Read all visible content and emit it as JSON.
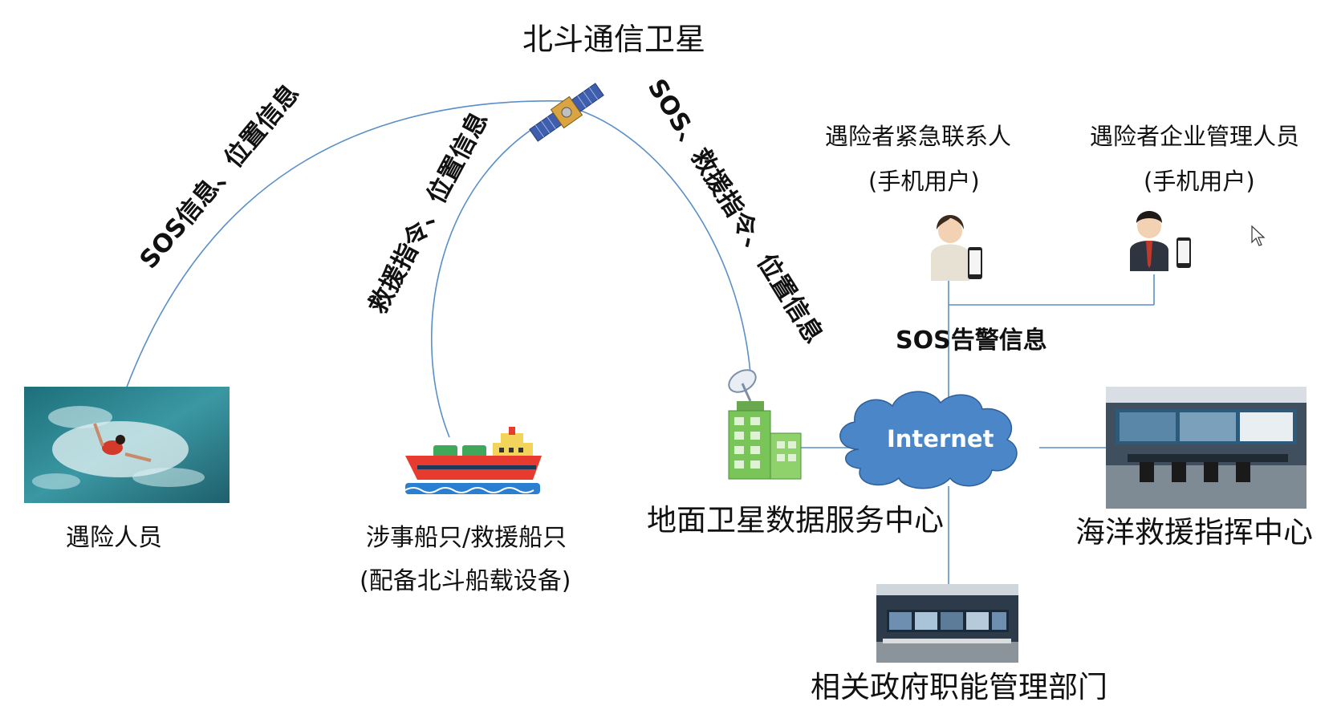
{
  "satellite": {
    "label": "北斗通信卫星",
    "icon": "satellite-icon"
  },
  "links": {
    "person_to_satellite": "SOS信息、位置信息",
    "satellite_to_ship": "救援指令、位置信息",
    "satellite_to_ground": "SOS、救援指令、位置信息",
    "alarm": "SOS告警信息"
  },
  "nodes": {
    "person": {
      "label": "遇险人员",
      "icon": "swimmer-photo"
    },
    "ship": {
      "label_line1": "涉事船只/救援船只",
      "label_line2": "(配备北斗船载设备)",
      "icon": "cargo-ship-icon"
    },
    "ground_center": {
      "label": "地面卫星数据服务中心",
      "icon": "ground-station-building-icon"
    },
    "internet": {
      "label": "Internet",
      "icon": "cloud-icon"
    },
    "marine_center": {
      "label": "海洋救援指挥中心",
      "icon": "control-room-photo"
    },
    "government": {
      "label": "相关政府职能管理部门",
      "icon": "control-room-photo"
    },
    "emergency_contact": {
      "label_line1": "遇险者紧急联系人",
      "label_line2": "(手机用户)",
      "icon": "woman-with-phone-icon"
    },
    "company_manager": {
      "label_line1": "遇险者企业管理人员",
      "label_line2": "(手机用户)",
      "icon": "man-with-phone-icon"
    }
  },
  "colors": {
    "link_line": "#5b8fc7",
    "cloud": "#4a86c8",
    "ship_hull": "#e63b2e",
    "building": "#7ac55a"
  }
}
